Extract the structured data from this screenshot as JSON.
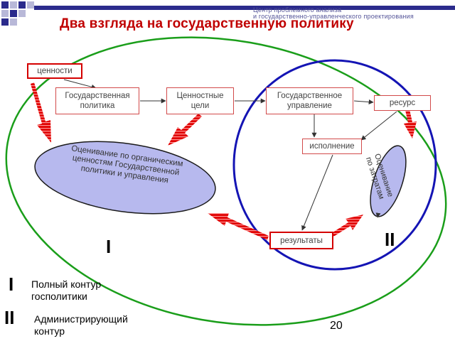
{
  "header": {
    "center_line1": "Центр проблемного анализа",
    "center_line2": "и государственно-управленческого проектирования",
    "title": "Два взгляда на государственную политику",
    "accent_color": "#2b2b8c",
    "title_color": "#c00000"
  },
  "diagram": {
    "values_label": "ценности",
    "state_policy_label": "Государственная политика",
    "value_goals_label": "Ценностные цели",
    "state_management_label": "Государственное управление",
    "resource_label": "ресурс",
    "execution_label": "исполнение",
    "results_label": "результаты",
    "organic_eval_label": "Оценивание по органическим ценностям Государственной политики и управления",
    "cost_eval_label": "Оценивание по затратам",
    "contour_one_marker": "I",
    "contour_two_marker": "II",
    "green_contour_color": "#1a9e1a",
    "blue_contour_color": "#1414b4",
    "arrow_color": "#e00000"
  },
  "legend": {
    "item1_marker": "I",
    "item1_text": "Полный контур госполитики",
    "item2_marker": "II",
    "item2_text": "Администрирующий контур"
  },
  "footer": {
    "page_number": "20"
  }
}
